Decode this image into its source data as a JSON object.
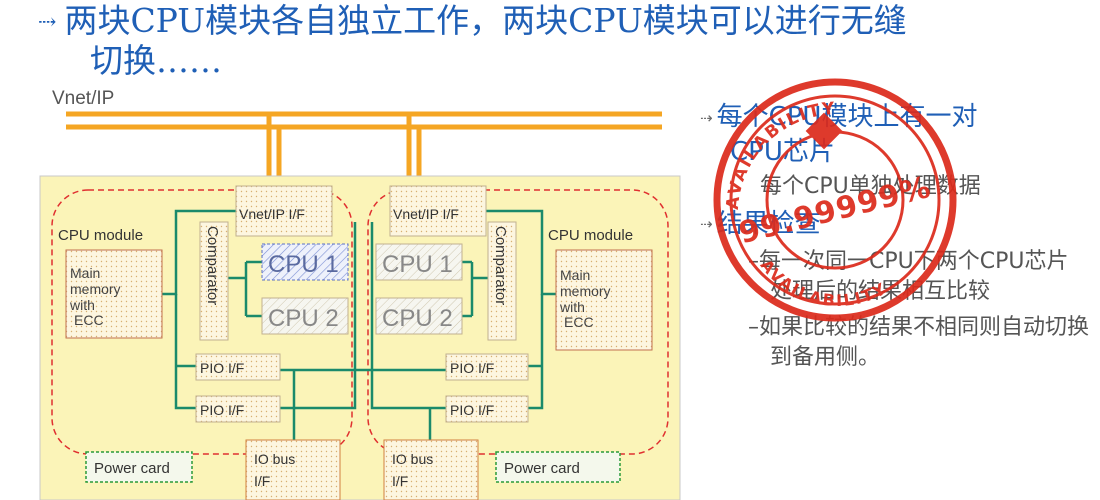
{
  "title": {
    "line1": "两块CPU模块各自独立工作，两块CPU模块可以进行无缝",
    "line2": "切换……"
  },
  "diagram": {
    "network_label": "Vnet/IP",
    "left_module": {
      "label": "CPU module",
      "vnet_if": "Vnet/IP I/F",
      "comparator": "Comparator",
      "cpu1": "CPU 1",
      "cpu2": "CPU 2",
      "memory_line1": "Main",
      "memory_line2": "memory",
      "memory_line3": "with",
      "memory_line4": "ECC",
      "pio1": "PIO I/F",
      "pio2": "PIO I/F"
    },
    "right_module": {
      "label": "CPU module",
      "vnet_if": "Vnet/IP I/F",
      "comparator": "Comparator",
      "cpu1": "CPU 1",
      "cpu2": "CPU 2",
      "memory_line1": "Main",
      "memory_line2": "memory",
      "memory_line3": "with",
      "memory_line4": "ECC",
      "pio1": "PIO I/F",
      "pio2": "PIO I/F"
    },
    "power_card_left": "Power card",
    "power_card_right": "Power card",
    "io_bus_left_line1": "IO bus",
    "io_bus_left_line2": "I/F",
    "io_bus_right_line1": "IO bus",
    "io_bus_right_line2": "I/F"
  },
  "bullets": {
    "b1_line1": "每个CPU模块上有一对",
    "b1_line2": "CPU芯片",
    "b1_sub": "每个CPU单独处理数据",
    "b2": "结果检查",
    "b2_sub1": "–每一次同一CPU下两个CPU芯片处理后的结果相互比较",
    "b2_sub2": "–如果比较的结果不相同则自动切换到备用侧。"
  },
  "stamp": {
    "top_text": "AVAILABILITY",
    "percent": "99.99999%",
    "bottom_text": "AVAILABILITY"
  },
  "colors": {
    "title_blue": "#1f5fb6",
    "bus_orange": "#f5a623",
    "line_green": "#1b8a6b",
    "module_fill": "#fbf4b8",
    "module_border": "#e03030",
    "stamp_red": "#dc2a1b"
  }
}
